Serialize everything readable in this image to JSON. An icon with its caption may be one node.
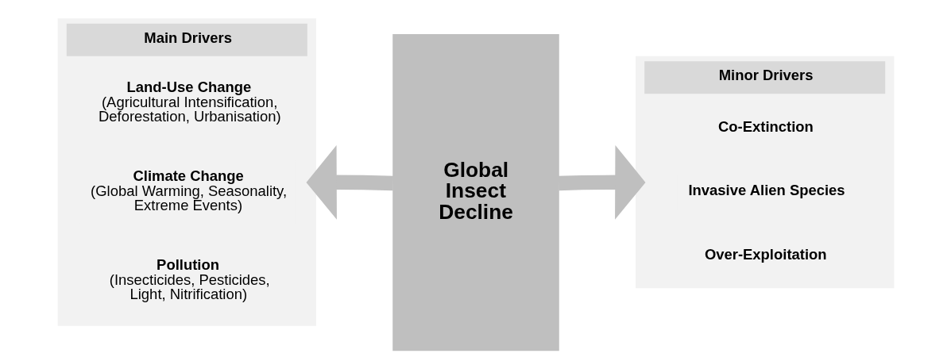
{
  "diagram": {
    "nodes": [
      {
        "text": [
          "Main Drivers"
        ]
      },
      {
        "text": [
          "Land-Use Change",
          "(Agricultural Intensification, Deforestation, Urbanisation)"
        ],
        "in": 0
      },
      {
        "text": [
          "Climate Change",
          "(Global Warming, Seasonality, Extreme Events)"
        ],
        "in": 0
      },
      {
        "text": [
          "Pollution",
          "(Insecticides, Pesticides, Light, Nitrification)"
        ],
        "in": 0
      },
      {
        "text": [
          "Global Insect Decline"
        ]
      },
      {
        "text": [
          "Minor Drivers"
        ]
      },
      {
        "text": [
          "Co-Extinction"
        ],
        "in": 5
      },
      {
        "text": [
          "Invasive Alien Species"
        ],
        "in": 5
      },
      {
        "text": [
          "Over-Exploitation"
        ],
        "in": 5
      }
    ],
    "edges": [
      {
        "from": 4,
        "to": 0,
        "arrow": "to"
      },
      {
        "from": 4,
        "to": 5,
        "arrow": "to"
      }
    ]
  }
}
